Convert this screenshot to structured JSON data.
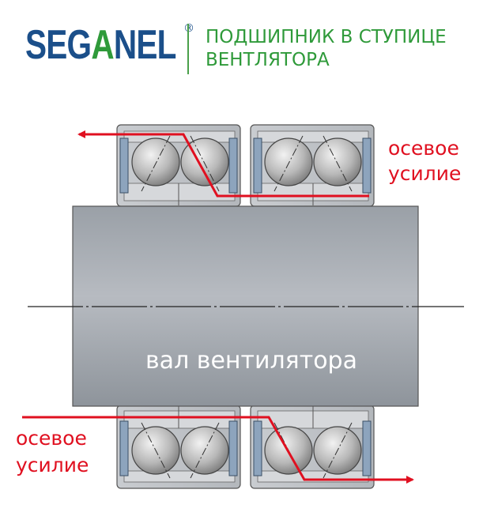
{
  "brand": {
    "name_part1": "SEG",
    "name_accent": "A",
    "name_part2": "NEL",
    "registered": "®"
  },
  "title": {
    "line1": "ПОДШИПНИК В СТУПИЦЕ",
    "line2": "ВЕНТЛЯТОРА"
  },
  "labels": {
    "shaft": "вал вентилятора",
    "axial_force_top_line1": "осевое",
    "axial_force_top_line2": "усилие",
    "axial_force_bottom_line1": "осевое",
    "axial_force_bottom_line2": "усилие"
  },
  "colors": {
    "brand_blue": "#1b4f8a",
    "brand_green": "#2f9a3a",
    "arrow_red": "#e01020",
    "shaft_gray": "#a4a9b0"
  }
}
